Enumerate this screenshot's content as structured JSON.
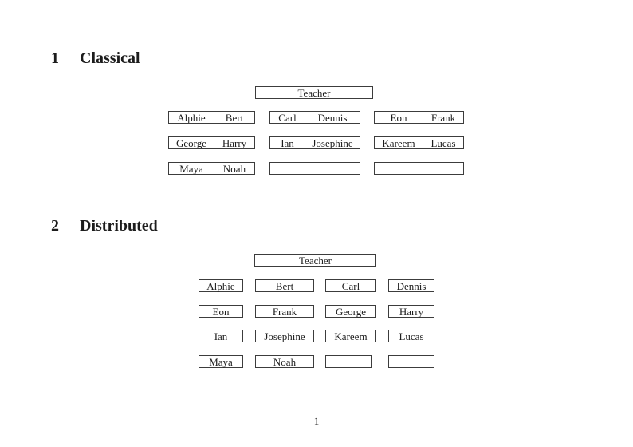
{
  "page_number": "1",
  "colors": {
    "background": "#ffffff",
    "text": "#1c1c1c",
    "box_border": "#3c3c3c"
  },
  "sections": [
    {
      "heading": {
        "number": "1",
        "title": "Classical"
      },
      "teacher_label": "Teacher",
      "groups": [
        {
          "rows": [
            [
              "Alphie",
              "Bert"
            ],
            [
              "George",
              "Harry"
            ],
            [
              "Maya",
              "Noah"
            ]
          ]
        },
        {
          "rows": [
            [
              "Carl",
              "Dennis"
            ],
            [
              "Ian",
              "Josephine"
            ],
            [
              "",
              ""
            ]
          ]
        },
        {
          "rows": [
            [
              "Eon",
              "Frank"
            ],
            [
              "Kareem",
              "Lucas"
            ],
            [
              "",
              ""
            ]
          ]
        }
      ]
    },
    {
      "heading": {
        "number": "2",
        "title": "Distributed"
      },
      "teacher_label": "Teacher",
      "rows": [
        [
          "Alphie",
          "Bert",
          "Carl",
          "Dennis"
        ],
        [
          "Eon",
          "Frank",
          "George",
          "Harry"
        ],
        [
          "Ian",
          "Josephine",
          "Kareem",
          "Lucas"
        ],
        [
          "Maya",
          "Noah",
          "",
          ""
        ]
      ]
    }
  ]
}
